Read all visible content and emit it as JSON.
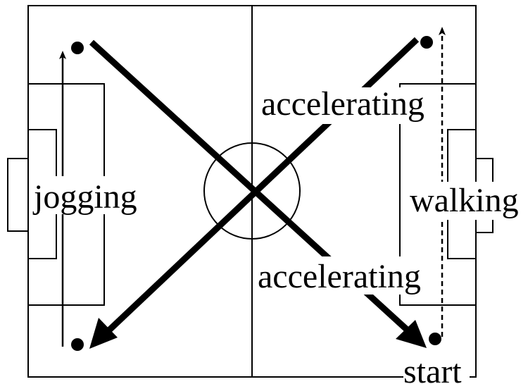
{
  "diagram": {
    "labels": {
      "jogging": "jogging",
      "walking": "walking",
      "accelerating_top": "accelerating",
      "accelerating_bottom": "accelerating",
      "start": "start"
    },
    "colors": {
      "line": "#000000",
      "background": "#ffffff"
    }
  }
}
